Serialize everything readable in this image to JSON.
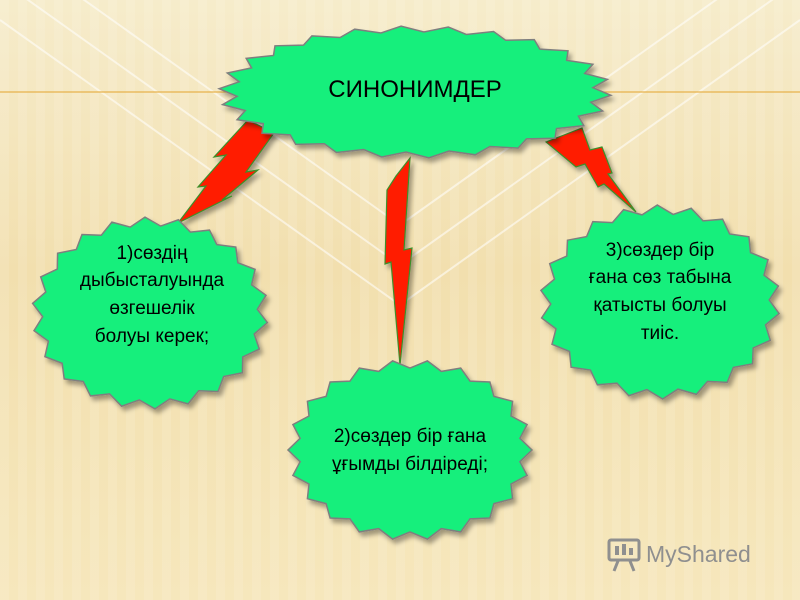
{
  "diagram": {
    "title": "СИНОНИМДЕР",
    "nodes": [
      {
        "id": "node1",
        "text": "1)сөздің\nдыбысталуында\nөзгешелік\nболуы керек;"
      },
      {
        "id": "node2",
        "text": "2)сөздер бір ғана\nұғымды білдіреді;"
      },
      {
        "id": "node3",
        "text": "3)сөздер бір\nғана сөз табына\nқатысты болуы\nтиіс."
      }
    ],
    "connector_style": "lightning-bolt"
  },
  "colors": {
    "background": "#f3e3b5",
    "node_fill": "#19ef7b",
    "node_stroke": "#7f7f7f",
    "bolt_fill": "#ff1a00",
    "bolt_stroke": "#3d8f2a",
    "line_accent": "#e8b24c"
  },
  "watermark": {
    "text": "MyShared",
    "icon": "presentation-board-icon"
  }
}
